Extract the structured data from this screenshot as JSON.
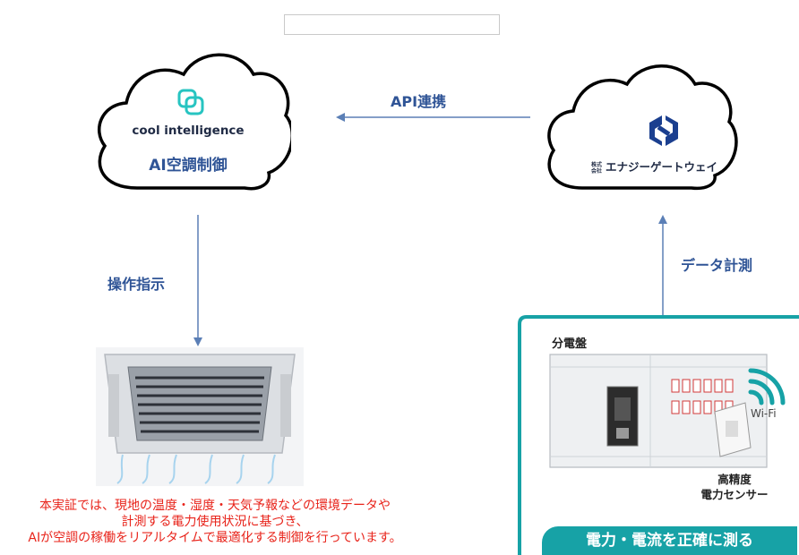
{
  "top_box": "",
  "cool_intelligence": {
    "brand": "cool intelligence",
    "subtitle": "AI空調制御"
  },
  "energy_gateway": {
    "prefix": "株式会社",
    "name": "エナジーゲートウェイ"
  },
  "arrows": {
    "api": "API連携",
    "operation": "操作指示",
    "data": "データ計測"
  },
  "panel": {
    "title": "分電盤",
    "wifi": "Wi-Fi",
    "sensor_line1": "高精度",
    "sensor_line2": "電力センサー",
    "banner": "電力・電流を正確に測る"
  },
  "note": {
    "line1": "本実証では、現地の温度・湿度・天気予報などの環境データや",
    "line2": "計測する電力使用状況に基づき、",
    "line3": "AIが空調の稼働をリアルタイムで最適化する制御を行っています。"
  },
  "colors": {
    "arrow": "#5b7fb6",
    "label": "#2f5496",
    "note": "#e8231a",
    "teal": "#17a2a6"
  }
}
